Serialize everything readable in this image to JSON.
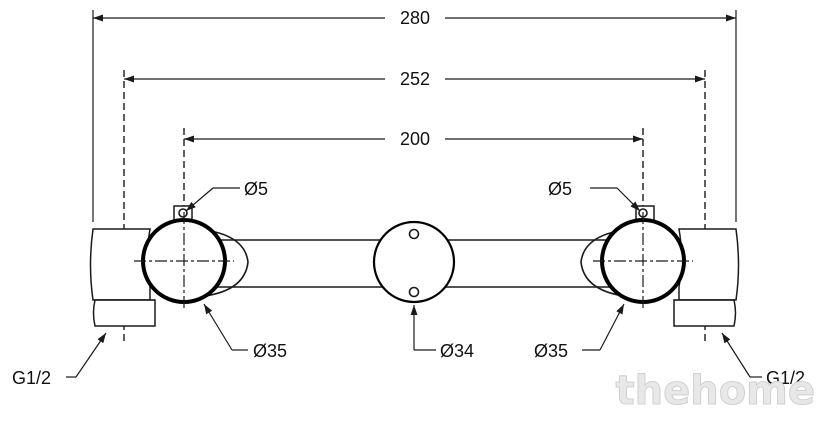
{
  "dimensions": {
    "overall_width": "280",
    "inlet_spacing": "252",
    "outlet_spacing": "200"
  },
  "callouts": {
    "left_pin": "Ø5",
    "right_pin": "Ø5",
    "left_outlet": "Ø35",
    "center_outlet": "Ø34",
    "right_outlet": "Ø35",
    "left_thread": "G1/2",
    "right_thread": "G1/2"
  },
  "watermark": "thehome"
}
